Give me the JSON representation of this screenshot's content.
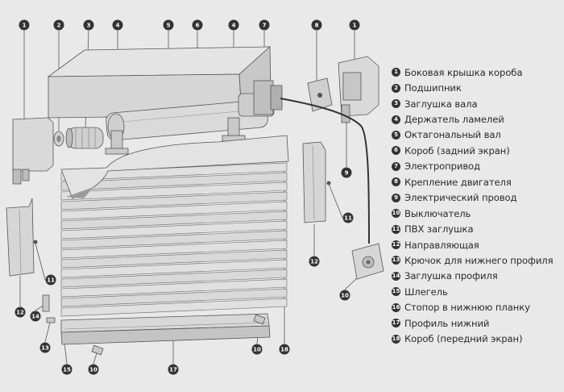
{
  "legend": [
    {
      "num": "1",
      "label": "Боковая крышка короба"
    },
    {
      "num": "2",
      "label": "Подшипник"
    },
    {
      "num": "3",
      "label": "Заглушка вала"
    },
    {
      "num": "4",
      "label": "Держатель ламелей"
    },
    {
      "num": "5",
      "label": "Октагональный вал"
    },
    {
      "num": "6",
      "label": "Короб (задний экран)"
    },
    {
      "num": "7",
      "label": "Электропривод"
    },
    {
      "num": "8",
      "label": "Крепление двигателя"
    },
    {
      "num": "9",
      "label": "Электрический провод"
    },
    {
      "num": "10",
      "label": "Выключатель"
    },
    {
      "num": "11",
      "label": "ПВХ заглушка"
    },
    {
      "num": "12",
      "label": "Направляющая"
    },
    {
      "num": "13",
      "label": "Крючок для нижнего профиля"
    },
    {
      "num": "14",
      "label": "Заглушка профиля"
    },
    {
      "num": "15",
      "label": "Шлегель"
    },
    {
      "num": "16",
      "label": "Стопор в нижнюю планку"
    },
    {
      "num": "17",
      "label": "Профиль нижний"
    },
    {
      "num": "18",
      "label": "Короб (передний экран)"
    }
  ],
  "callouts": {
    "c1a": "1",
    "c2": "2",
    "c3": "3",
    "c4a": "4",
    "c5": "5",
    "c6": "6",
    "c4b": "4",
    "c7": "7",
    "c8": "8",
    "c1b": "1",
    "c9": "9",
    "c11a": "11",
    "c12a": "12",
    "c10a": "10",
    "c11b": "11",
    "c12b": "12",
    "c14": "14",
    "c13": "13",
    "c15": "15",
    "c10b": "10",
    "c17": "17",
    "c10c": "10",
    "c18": "18"
  },
  "colors": {
    "background": "#e9e9e9",
    "ink": "#333333",
    "part": "#d4d4d4"
  }
}
